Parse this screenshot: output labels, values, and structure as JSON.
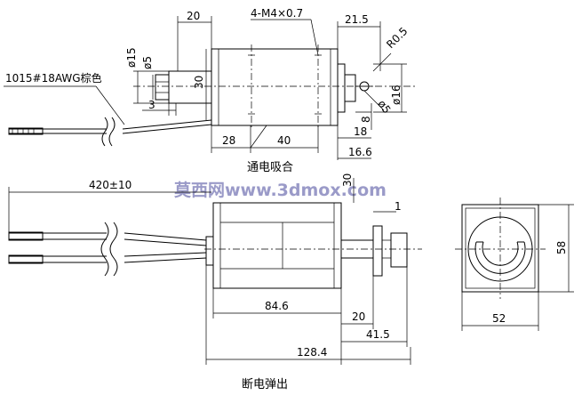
{
  "views": {
    "energized": {
      "caption": "通电吸合",
      "dims": {
        "d20": "20",
        "thread": "4-M4×0.7",
        "d21_5": "21.5",
        "r0_5": "R0.5",
        "phi15": "ø15",
        "phi5": "ø5",
        "d30": "30",
        "phi16": "ø16",
        "phi5b": "ø5",
        "d8": "8",
        "d3": "3",
        "d28": "28",
        "d40": "40",
        "d18": "18",
        "d16_6": "16.6"
      },
      "wire_label": "1015#18AWG棕色"
    },
    "deenergized": {
      "caption": "断电弹出",
      "dims": {
        "lead": "420±10",
        "d30": "30",
        "d1": "1",
        "d84_6": "84.6",
        "d20": "20",
        "d41_5": "41.5",
        "d128_4": "128.4",
        "d52": "52",
        "d58": "58"
      }
    }
  },
  "watermark": "莫西网www.3dmox.com"
}
